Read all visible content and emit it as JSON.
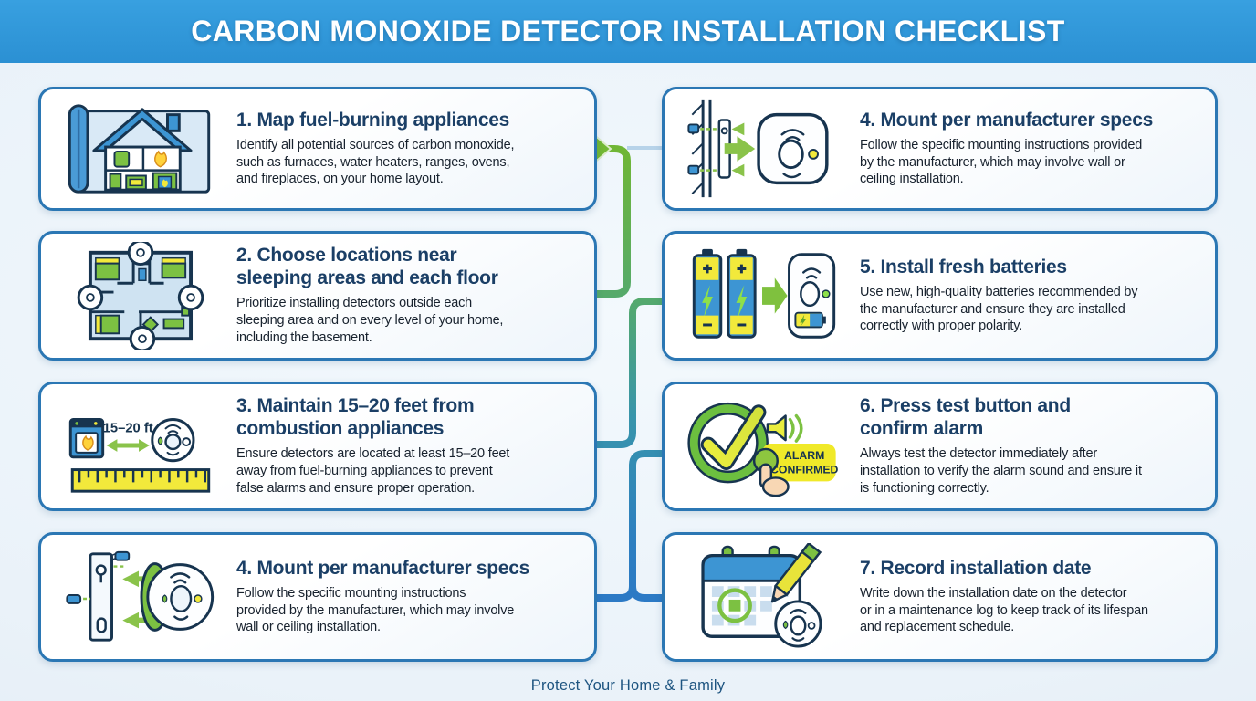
{
  "header": {
    "title": "CARBON MONOXIDE DETECTOR INSTALLATION CHECKLIST"
  },
  "footer": {
    "tagline": "Protect Your Home & Family"
  },
  "colors": {
    "header_bg": "#2e96d8",
    "card_border": "#2b77b4",
    "title_text": "#1b3f66",
    "body_text": "#18222e",
    "accent_green": "#7cc142",
    "accent_yellow": "#f2e93b",
    "icon_blue": "#3d95d3",
    "outline_navy": "#17344f",
    "connector_light_blue": "#b7d3e9",
    "footer_text": "#1d5480"
  },
  "cards": {
    "left": [
      {
        "title": "1. Map fuel-burning appliances",
        "body": "Identify all potential sources of carbon monoxide,\nsuch as furnaces, water heaters, ranges, ovens,\nand fireplaces, on your home layout.",
        "icon": "blueprint-house-icon"
      },
      {
        "title": "2. Choose locations near\nsleeping areas and each floor",
        "body": "Prioritize installing detectors outside each\nsleeping area and on every level of your home,\nincluding the basement.",
        "icon": "floor-plan-detectors-icon"
      },
      {
        "title": "3. Maintain 15–20 feet from\ncombustion appliances",
        "body": "Ensure detectors are located at least 15–20 feet\naway from fuel-burning appliances to prevent\nfalse alarms and ensure proper operation.",
        "icon": "distance-ruler-icon",
        "icon_text": "15–20 ft"
      },
      {
        "title": "4. Mount per manufacturer specs",
        "body": "Follow the specific mounting instructions\nprovided by the manufacturer, which may involve\nwall or ceiling installation.",
        "icon": "mount-bracket-detector-icon"
      }
    ],
    "right": [
      {
        "title": "4. Mount per manufacturer specs",
        "body": "Follow the specific mounting instructions provided\nby the manufacturer, which may involve wall or\nceiling installation.",
        "icon": "wall-mount-detector-icon"
      },
      {
        "title": "5. Install fresh batteries",
        "body": "Use new, high-quality batteries recommended by\nthe manufacturer and ensure they are installed\ncorrectly with proper polarity.",
        "icon": "fresh-batteries-icon"
      },
      {
        "title": "6. Press test button and\nconfirm alarm",
        "body": "Always test the detector immediately after\ninstallation to verify the alarm sound and ensure it\nis functioning correctly.",
        "icon": "test-button-confirm-icon",
        "icon_text_line1": "ALARM",
        "icon_text_line2": "CONFIRMED"
      },
      {
        "title": "7. Record installation date",
        "body": "Write down the installation date on the detector\nor in a maintenance log to keep track of its lifespan\nand replacement schedule.",
        "icon": "calendar-record-icon"
      }
    ]
  }
}
